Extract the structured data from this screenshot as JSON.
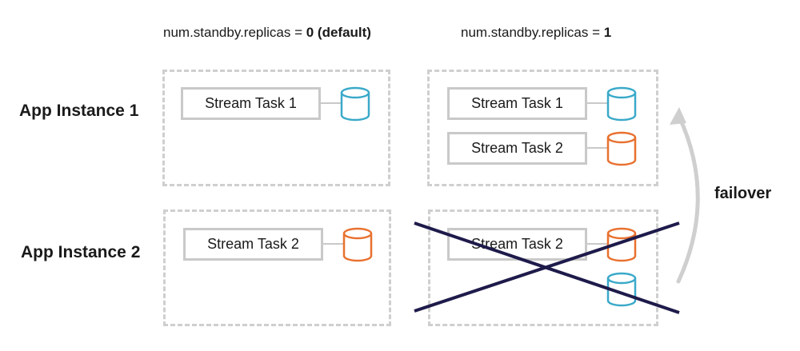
{
  "columns": [
    {
      "prefix": "num.standby.replicas = ",
      "value": "0 (default)"
    },
    {
      "prefix": "num.standby.replicas = ",
      "value": "1"
    }
  ],
  "rows": [
    {
      "label": "App Instance 1"
    },
    {
      "label": "App Instance 2"
    }
  ],
  "tasks": {
    "c1_r1": "Stream Task 1",
    "c1_r2": "Stream Task 2",
    "c2_r1_a": "Stream Task 1",
    "c2_r1_b": "Stream Task 2",
    "c2_r2": "Stream Task 2"
  },
  "failover_label": "failover",
  "colors": {
    "store_task1": "#3aa9c9",
    "store_task2": "#e8712f",
    "cross_out": "#1e1b4b",
    "arrow": "#cfcfcf",
    "panel_border": "#cfcfcf"
  }
}
